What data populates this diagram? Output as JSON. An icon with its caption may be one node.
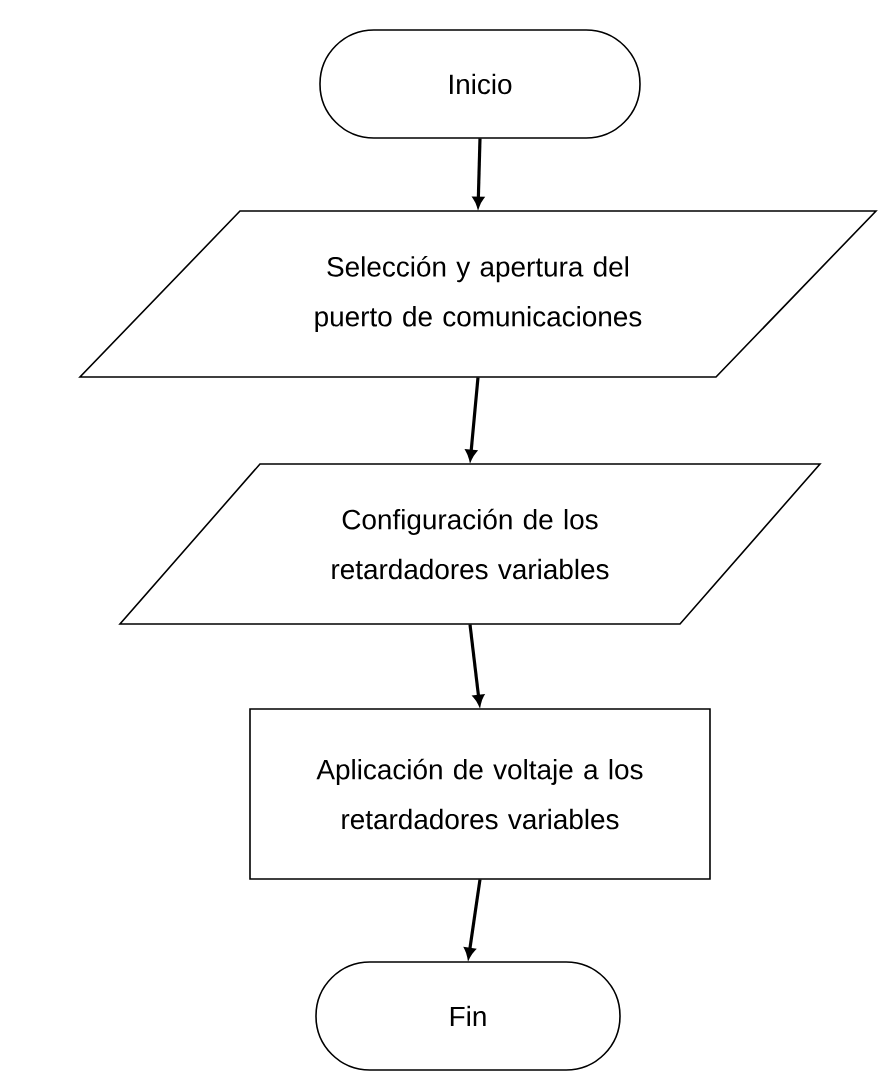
{
  "diagram": {
    "nodes": [
      {
        "text": [
          "Inicio"
        ]
      },
      {
        "text": [
          "Selección y apertura del puerto de comunicaciones"
        ]
      },
      {
        "text": [
          "Configuración de los retardadores variables"
        ]
      },
      {
        "text": [
          "Aplicación de voltaje a los retardadores variables"
        ]
      },
      {
        "text": [
          "Fin"
        ]
      }
    ],
    "edges": [
      {
        "from": 0,
        "to": 1,
        "arrow": "to"
      },
      {
        "from": 1,
        "to": 2,
        "arrow": "to"
      },
      {
        "from": 2,
        "to": 3,
        "arrow": "to"
      },
      {
        "from": 3,
        "to": 4,
        "arrow": "to"
      }
    ]
  }
}
